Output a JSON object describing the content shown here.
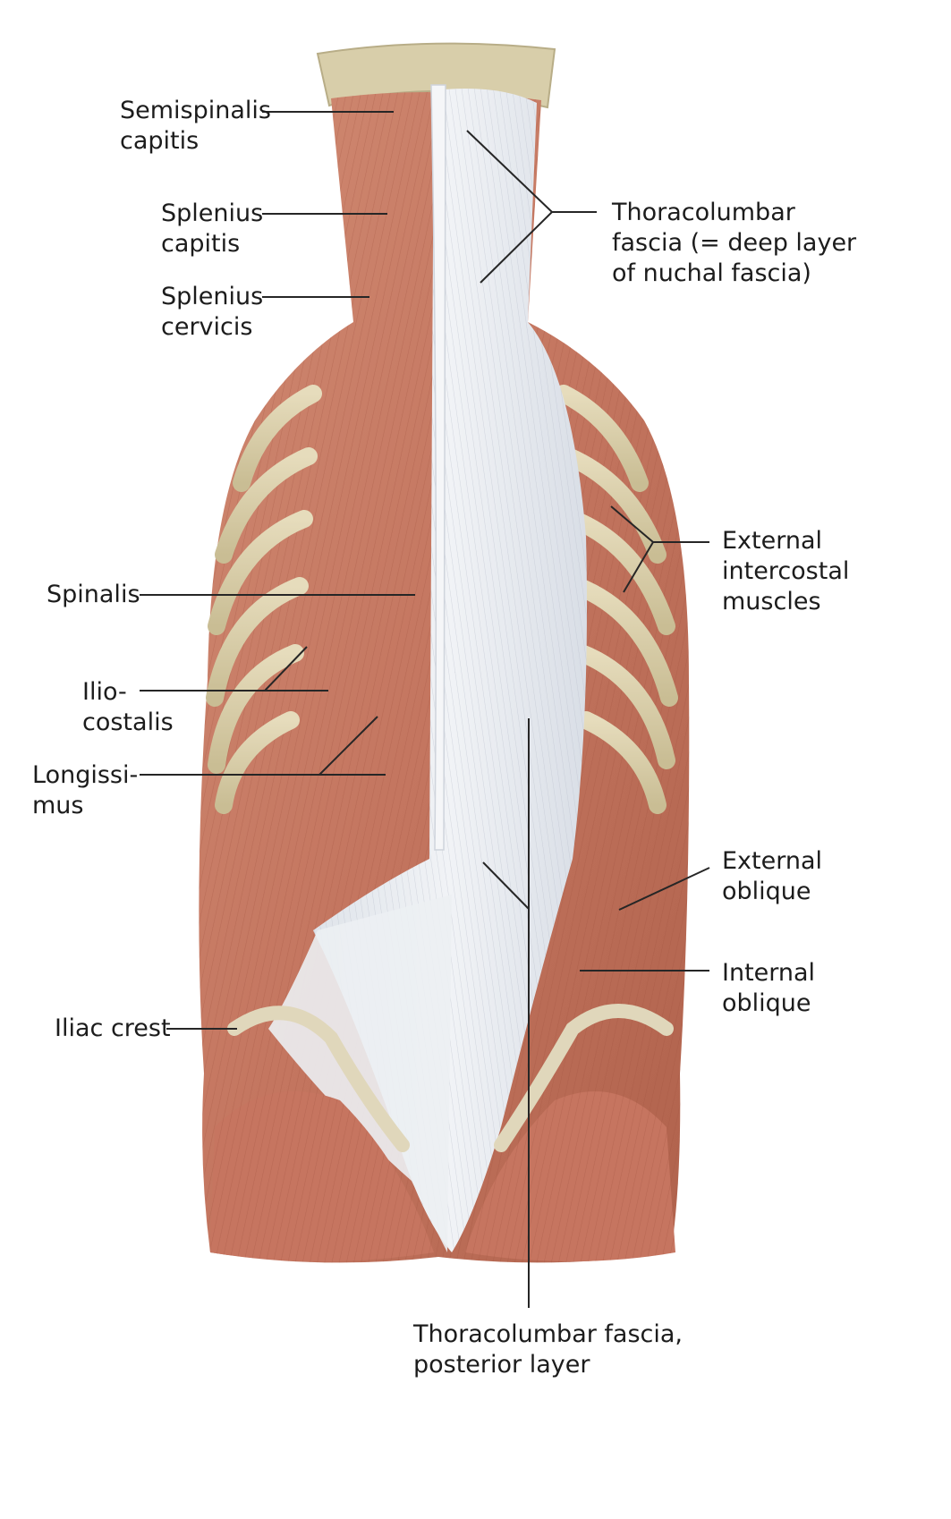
{
  "labels": {
    "semispinalis_capitis": "Semispinalis\ncapitis",
    "splenius_capitis": "Splenius\ncapitis",
    "splenius_cervicis": "Splenius\ncervicis",
    "thoracolumbar_fascia_nuchal": "Thoracolumbar\nfascia (= deep layer\nof nuchal fascia)",
    "external_intercostal": "External\nintercostal\nmuscles",
    "spinalis": "Spinalis",
    "iliocostalis": "Ilio-\ncostalis",
    "longissimus": "Longissi-\nmus",
    "external_oblique": "External\noblique",
    "internal_oblique": "Internal\noblique",
    "iliac_crest": "Iliac crest",
    "thoracolumbar_fascia_posterior": "Thoracolumbar fascia,\nposterior layer"
  },
  "colors": {
    "muscle": "#c97a62",
    "muscle_dark": "#a85a45",
    "fascia": "#e9ecf1",
    "rib": "#d9cfad",
    "bone": "#d8ceaa"
  }
}
